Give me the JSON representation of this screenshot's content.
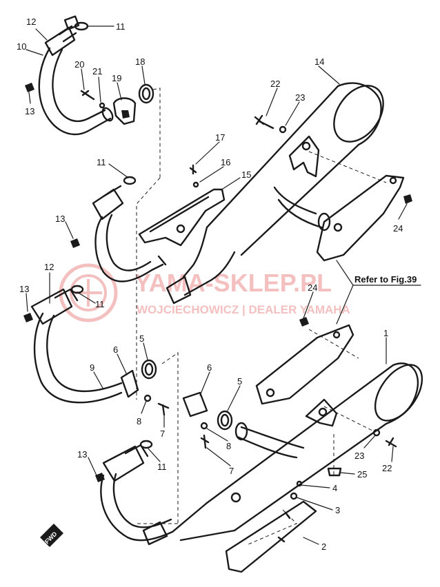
{
  "callouts": [
    {
      "id": "c1",
      "label": "11"
    },
    {
      "id": "c2",
      "label": "12"
    },
    {
      "id": "c3",
      "label": "10"
    },
    {
      "id": "c4",
      "label": "13"
    },
    {
      "id": "c5",
      "label": "20"
    },
    {
      "id": "c6",
      "label": "21"
    },
    {
      "id": "c7",
      "label": "19"
    },
    {
      "id": "c8",
      "label": "18"
    },
    {
      "id": "c9",
      "label": "14"
    },
    {
      "id": "c10",
      "label": "22"
    },
    {
      "id": "c11",
      "label": "23"
    },
    {
      "id": "c12",
      "label": "17"
    },
    {
      "id": "c13",
      "label": "16"
    },
    {
      "id": "c14",
      "label": "15"
    },
    {
      "id": "c15",
      "label": "11"
    },
    {
      "id": "c16",
      "label": "13"
    },
    {
      "id": "c17",
      "label": "24"
    },
    {
      "id": "c18",
      "label": "12"
    },
    {
      "id": "c19",
      "label": "13"
    },
    {
      "id": "c20",
      "label": "11"
    },
    {
      "id": "c21",
      "label": "24"
    },
    {
      "id": "c22",
      "label": "1"
    },
    {
      "id": "c23",
      "label": "6"
    },
    {
      "id": "c24",
      "label": "5"
    },
    {
      "id": "c25",
      "label": "9"
    },
    {
      "id": "c26",
      "label": "8"
    },
    {
      "id": "c27",
      "label": "7"
    },
    {
      "id": "c28",
      "label": "6"
    },
    {
      "id": "c29",
      "label": "5"
    },
    {
      "id": "c30",
      "label": "8"
    },
    {
      "id": "c31",
      "label": "7"
    },
    {
      "id": "c32",
      "label": "13"
    },
    {
      "id": "c33",
      "label": "11"
    },
    {
      "id": "c34",
      "label": "23"
    },
    {
      "id": "c35",
      "label": "22"
    },
    {
      "id": "c36",
      "label": "25"
    },
    {
      "id": "c37",
      "label": "4"
    },
    {
      "id": "c38",
      "label": "3"
    },
    {
      "id": "c39",
      "label": "2"
    }
  ],
  "reference_note": "Refer to Fig.39",
  "fwd_label": "FWD",
  "watermark": {
    "title": "YAMA-SKLEP.PL",
    "subtitle": "WOJCIECHOWICZ | DEALER YAMAHA",
    "color": "#e24a4a"
  }
}
